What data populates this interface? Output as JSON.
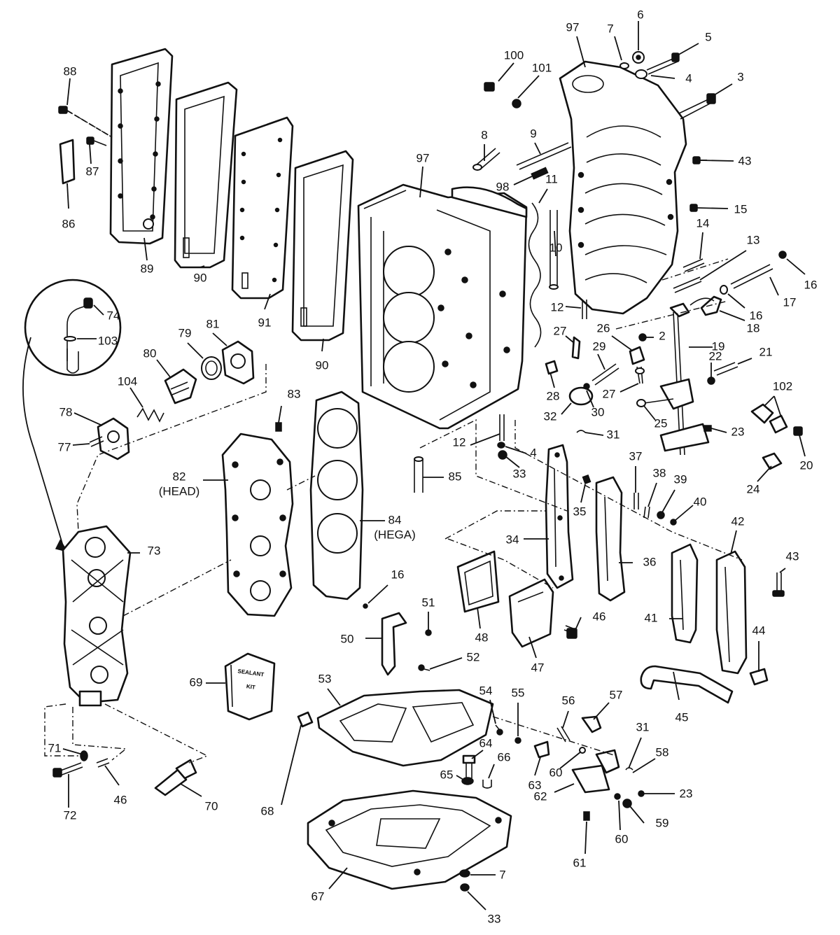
{
  "callouts": [
    {
      "id": "c6",
      "text": "6"
    },
    {
      "id": "c97a",
      "text": "97"
    },
    {
      "id": "c7a",
      "text": "7"
    },
    {
      "id": "c5",
      "text": "5"
    },
    {
      "id": "c100",
      "text": "100"
    },
    {
      "id": "c101",
      "text": "101"
    },
    {
      "id": "c4a",
      "text": "4"
    },
    {
      "id": "c3",
      "text": "3"
    },
    {
      "id": "c88",
      "text": "88"
    },
    {
      "id": "c87",
      "text": "87"
    },
    {
      "id": "c86",
      "text": "86"
    },
    {
      "id": "c89",
      "text": "89"
    },
    {
      "id": "c90a",
      "text": "90"
    },
    {
      "id": "c91",
      "text": "91"
    },
    {
      "id": "c90b",
      "text": "90"
    },
    {
      "id": "c8",
      "text": "8"
    },
    {
      "id": "c9",
      "text": "9"
    },
    {
      "id": "c97b",
      "text": "97"
    },
    {
      "id": "c98",
      "text": "98"
    },
    {
      "id": "c11",
      "text": "11"
    },
    {
      "id": "c43a",
      "text": "43"
    },
    {
      "id": "c15",
      "text": "15"
    },
    {
      "id": "c14",
      "text": "14"
    },
    {
      "id": "c13",
      "text": "13"
    },
    {
      "id": "c10",
      "text": "10"
    },
    {
      "id": "c16a",
      "text": "16"
    },
    {
      "id": "c17",
      "text": "17"
    },
    {
      "id": "c16b",
      "text": "16"
    },
    {
      "id": "c18",
      "text": "18"
    },
    {
      "id": "c12a",
      "text": "12"
    },
    {
      "id": "c74",
      "text": "74"
    },
    {
      "id": "c103",
      "text": "103"
    },
    {
      "id": "c81",
      "text": "81"
    },
    {
      "id": "c79",
      "text": "79"
    },
    {
      "id": "c80",
      "text": "80"
    },
    {
      "id": "c104",
      "text": "104"
    },
    {
      "id": "c78",
      "text": "78"
    },
    {
      "id": "c77",
      "text": "77"
    },
    {
      "id": "c26",
      "text": "26"
    },
    {
      "id": "c2",
      "text": "2"
    },
    {
      "id": "c27a",
      "text": "27"
    },
    {
      "id": "c29",
      "text": "29"
    },
    {
      "id": "c19",
      "text": "19"
    },
    {
      "id": "c21",
      "text": "21"
    },
    {
      "id": "c22",
      "text": "22"
    },
    {
      "id": "c28",
      "text": "28"
    },
    {
      "id": "c27b",
      "text": "27"
    },
    {
      "id": "c32",
      "text": "32"
    },
    {
      "id": "c30",
      "text": "30"
    },
    {
      "id": "c102",
      "text": "102"
    },
    {
      "id": "c25",
      "text": "25"
    },
    {
      "id": "c31a",
      "text": "31"
    },
    {
      "id": "c23a",
      "text": "23"
    },
    {
      "id": "c20",
      "text": "20"
    },
    {
      "id": "c83",
      "text": "83"
    },
    {
      "id": "c12b",
      "text": "12"
    },
    {
      "id": "c4b",
      "text": "4"
    },
    {
      "id": "c33a",
      "text": "33"
    },
    {
      "id": "c85",
      "text": "85"
    },
    {
      "id": "c24",
      "text": "24"
    },
    {
      "id": "c37",
      "text": "37"
    },
    {
      "id": "c38",
      "text": "38"
    },
    {
      "id": "c39",
      "text": "39"
    },
    {
      "id": "c40",
      "text": "40"
    },
    {
      "id": "c35",
      "text": "35"
    },
    {
      "id": "c42",
      "text": "42"
    },
    {
      "id": "c82",
      "text": "82"
    },
    {
      "id": "c82s",
      "text": "(HEAD)"
    },
    {
      "id": "c84",
      "text": "84"
    },
    {
      "id": "c84s",
      "text": "(HEGA)"
    },
    {
      "id": "c73",
      "text": "73"
    },
    {
      "id": "c34",
      "text": "34"
    },
    {
      "id": "c36",
      "text": "36"
    },
    {
      "id": "c43b",
      "text": "43"
    },
    {
      "id": "c16c",
      "text": "16"
    },
    {
      "id": "c51",
      "text": "51"
    },
    {
      "id": "c46a",
      "text": "46"
    },
    {
      "id": "c41",
      "text": "41"
    },
    {
      "id": "c50",
      "text": "50"
    },
    {
      "id": "c48",
      "text": "48"
    },
    {
      "id": "c44",
      "text": "44"
    },
    {
      "id": "c52",
      "text": "52"
    },
    {
      "id": "c47",
      "text": "47"
    },
    {
      "id": "c69",
      "text": "69"
    },
    {
      "id": "c53",
      "text": "53"
    },
    {
      "id": "c45",
      "text": "45"
    },
    {
      "id": "c54",
      "text": "54"
    },
    {
      "id": "c55",
      "text": "55"
    },
    {
      "id": "c56",
      "text": "56"
    },
    {
      "id": "c57",
      "text": "57"
    },
    {
      "id": "c31b",
      "text": "31"
    },
    {
      "id": "c58",
      "text": "58"
    },
    {
      "id": "c64",
      "text": "64"
    },
    {
      "id": "c66",
      "text": "66"
    },
    {
      "id": "c71",
      "text": "71"
    },
    {
      "id": "c65",
      "text": "65"
    },
    {
      "id": "c63",
      "text": "63"
    },
    {
      "id": "c60a",
      "text": "60"
    },
    {
      "id": "c62",
      "text": "62"
    },
    {
      "id": "c23b",
      "text": "23"
    },
    {
      "id": "c46b",
      "text": "46"
    },
    {
      "id": "c72",
      "text": "72"
    },
    {
      "id": "c70",
      "text": "70"
    },
    {
      "id": "c68",
      "text": "68"
    },
    {
      "id": "c60b",
      "text": "60"
    },
    {
      "id": "c59",
      "text": "59"
    },
    {
      "id": "c61",
      "text": "61"
    },
    {
      "id": "c7b",
      "text": "7"
    },
    {
      "id": "c67",
      "text": "67"
    },
    {
      "id": "c33b",
      "text": "33"
    }
  ],
  "label_69": {
    "line1": "SEALANT",
    "line2": "KIT"
  }
}
